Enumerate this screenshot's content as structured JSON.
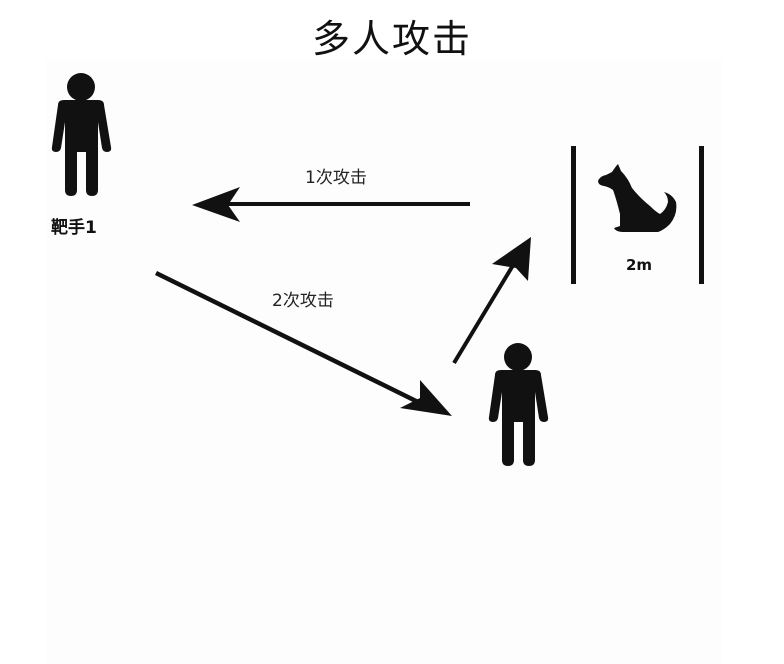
{
  "diagram": {
    "title": "多人攻击",
    "nodes": [
      {
        "id": "handler-1",
        "type": "person-icon",
        "label": "靶手1"
      },
      {
        "id": "dog",
        "type": "dog-icon",
        "label": "2m",
        "note": "dog enclosed between two vertical bars"
      },
      {
        "id": "handler-2",
        "type": "person-icon",
        "label": ""
      }
    ],
    "edges": [
      {
        "from": "dog",
        "to": "handler-1",
        "label": "1次攻击"
      },
      {
        "from": "handler-1",
        "to": "handler-2",
        "label": "2次攻击"
      },
      {
        "from": "handler-2",
        "to": "dog",
        "label": ""
      }
    ],
    "colors": {
      "ink": "#111111",
      "background": "#ffffff"
    }
  }
}
